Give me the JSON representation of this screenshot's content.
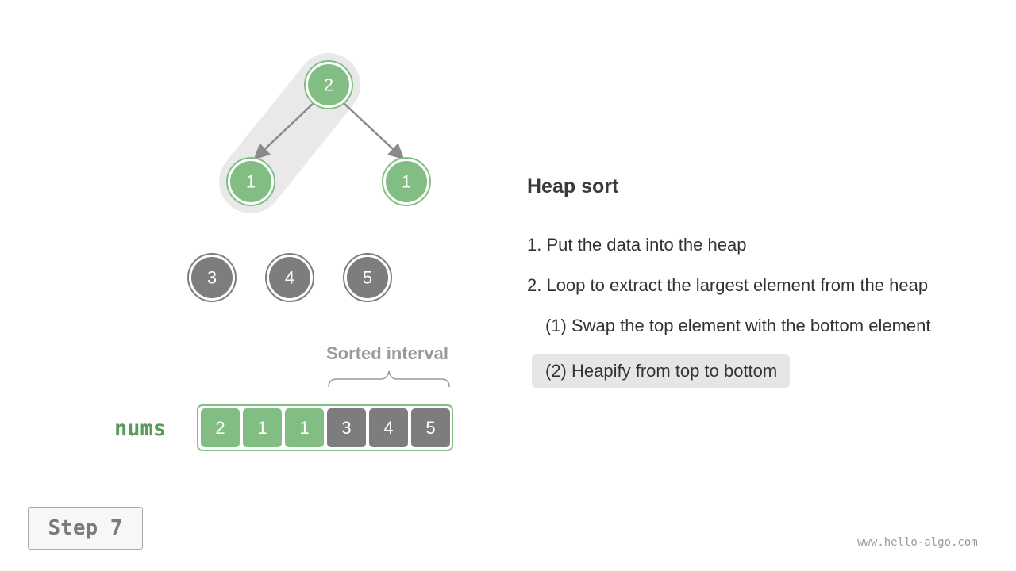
{
  "colors": {
    "green_fill": "#82be83",
    "green_stroke": "#5b9a5d",
    "gray_fill": "#7d7d7d",
    "gray_stroke": "#6a6a6a",
    "edge": "#8a8a8a",
    "highlight_band": "#e9e9e9",
    "array_name": "#5b9a5d"
  },
  "heap": {
    "nodes": [
      {
        "value": "2",
        "state": "heap"
      },
      {
        "value": "1",
        "state": "heap"
      },
      {
        "value": "1",
        "state": "heap"
      }
    ],
    "edges": [
      [
        0,
        1
      ],
      [
        0,
        2
      ]
    ],
    "highlighted_path": [
      0,
      1
    ]
  },
  "removed_nodes": [
    {
      "value": "3",
      "state": "sorted"
    },
    {
      "value": "4",
      "state": "sorted"
    },
    {
      "value": "5",
      "state": "sorted"
    }
  ],
  "array": {
    "name": "nums",
    "cells": [
      {
        "value": "2",
        "state": "heap"
      },
      {
        "value": "1",
        "state": "heap"
      },
      {
        "value": "1",
        "state": "heap"
      },
      {
        "value": "3",
        "state": "sorted"
      },
      {
        "value": "4",
        "state": "sorted"
      },
      {
        "value": "5",
        "state": "sorted"
      }
    ],
    "sorted_label": "Sorted interval"
  },
  "panel": {
    "title": "Heap sort",
    "steps": [
      "1. Put the data into the heap",
      "2. Loop to extract the largest element from the heap",
      "(1) Swap the top element with the bottom element",
      "(2) Heapify from top to bottom"
    ],
    "active_step": 3
  },
  "step_badge": "Step 7",
  "watermark": "www.hello-algo.com"
}
